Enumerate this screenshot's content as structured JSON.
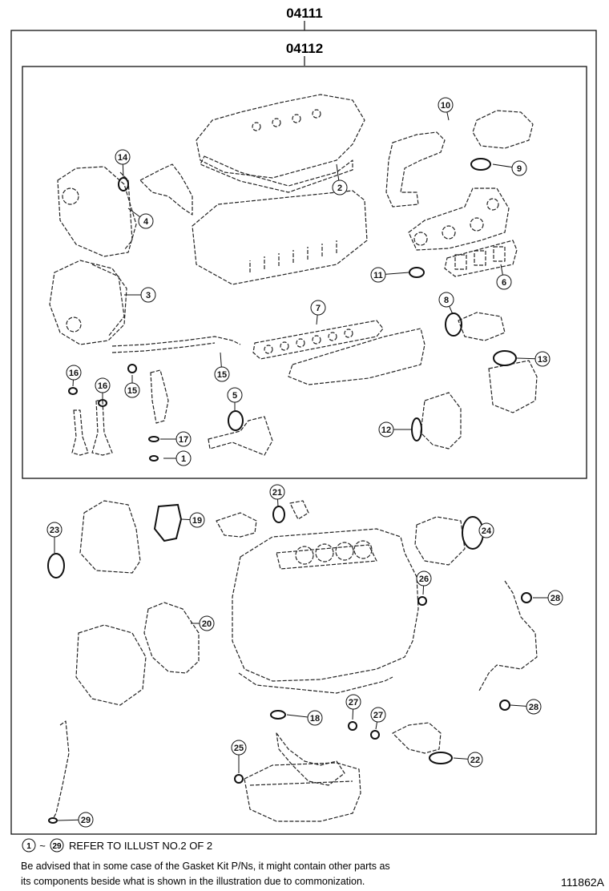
{
  "header": {
    "kit_main": "04111",
    "kit_sub": "04112"
  },
  "callouts": [
    "1",
    "2",
    "3",
    "4",
    "5",
    "6",
    "7",
    "8",
    "9",
    "10",
    "11",
    "12",
    "13",
    "14",
    "15",
    "15",
    "16",
    "16",
    "17",
    "18",
    "19",
    "20",
    "21",
    "22",
    "23",
    "24",
    "25",
    "26",
    "27",
    "27",
    "28",
    "28",
    "29"
  ],
  "footer": {
    "refer_start": "1",
    "refer_tilde": "~",
    "refer_end": "29",
    "refer_text": "REFER TO ILLUST NO.2 OF 2",
    "advice_line1": "Be advised that in some case of the Gasket Kit P/Ns,  it might contain other parts as",
    "advice_line2": "its components beside what is shown in the illustration due to commonization.",
    "figure_code": "111862A"
  }
}
